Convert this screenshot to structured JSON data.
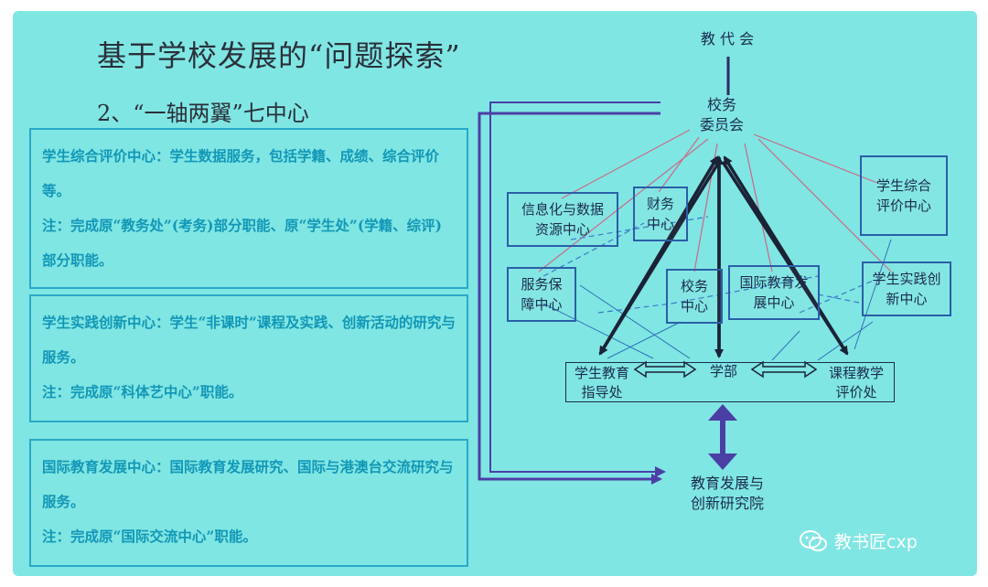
{
  "slide": {
    "title": "基于学校发展的“问题探索”",
    "subtitle": "2、“一轴两翼”七中心"
  },
  "boxes": [
    {
      "desc": "学生综合评价中心：学生数据服务，包括学籍、成绩、综合评价等。",
      "note": "注：完成原“教务处”(考务)部分职能、原“学生处”(学籍、综评)部分职能。"
    },
    {
      "desc": "学生实践创新中心：学生“非课时”课程及实践、创新活动的研究与服务。",
      "note": "注：完成原“科体艺中心”职能。"
    },
    {
      "desc": "国际教育发展中心：国际教育发展研究、国际与港澳台交流研究与服务。",
      "note": "注：完成原“国际交流中心”职能。"
    }
  ],
  "org": {
    "top": "教 代 会",
    "committee_line1": "校务",
    "committee_line2": "委员会",
    "centers": {
      "info": "信息化与数据资源中心",
      "finance": "财务中心",
      "eval": "学生综合评价中心",
      "service": "服务保障中心",
      "affairs": "校务中心",
      "intl": "国际教育发展中心",
      "practice": "学生实践创新中心"
    },
    "units": {
      "guidance_line1": "学生教育",
      "guidance_line2": "指导处",
      "dept": "学部",
      "curriculum_line1": "课程教学",
      "curriculum_line2": "评价处"
    },
    "institute_line1": "教育发展与",
    "institute_line2": "创新研究院"
  },
  "watermark": "教书匠cxp",
  "colors": {
    "background": "#80e6e3",
    "box_border": "#2aa8c8",
    "box_text": "#0b6f98",
    "arrow_purple": "#4b3fa6",
    "arrow_black": "#1b2236",
    "thin_pink": "#c76a86",
    "dashed_blue": "#3a78c8"
  }
}
